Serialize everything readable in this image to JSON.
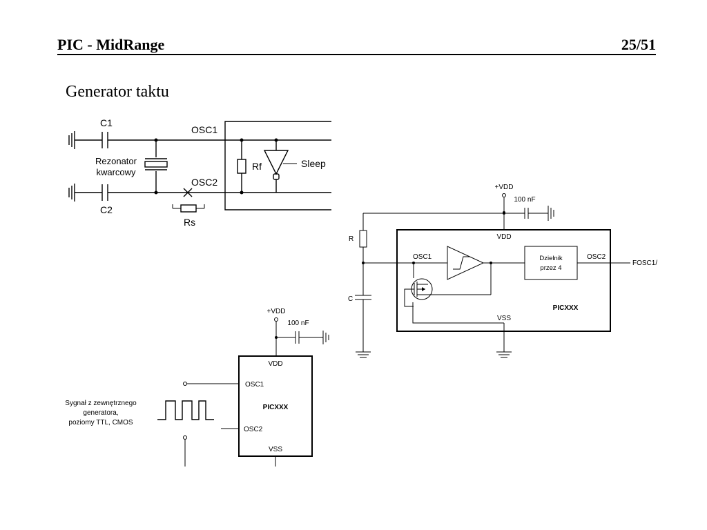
{
  "header": {
    "title": "PIC - MidRange",
    "page": "25/51"
  },
  "subtitle": "Generator taktu",
  "circuit_crystal": {
    "c1": "C1",
    "c2": "C2",
    "osc1": "OSC1",
    "osc2": "OSC2",
    "resonator_line1": "Rezonator",
    "resonator_line2": "kwarcowy",
    "rf": "Rf",
    "rs": "Rs",
    "sleep": "Sleep"
  },
  "circuit_rc": {
    "vdd_supply": "+VDD",
    "cap": "100 nF",
    "r": "R",
    "c": "C",
    "vdd": "VDD",
    "osc1": "OSC1",
    "divider_line1": "Dzielnik",
    "divider_line2": "przez 4",
    "osc2": "OSC2",
    "fosc": "FOSC1/",
    "chip": "PICXXX",
    "vss": "VSS"
  },
  "circuit_external": {
    "vdd_supply": "+VDD",
    "cap": "100 nF",
    "vdd": "VDD",
    "osc1": "OSC1",
    "chip": "PICXXX",
    "osc2": "OSC2",
    "vss": "VSS",
    "signal_line1": "Sygnał z zewnętrznego",
    "signal_line2": "generatora,",
    "signal_line3": "poziomy TTL, CMOS"
  }
}
